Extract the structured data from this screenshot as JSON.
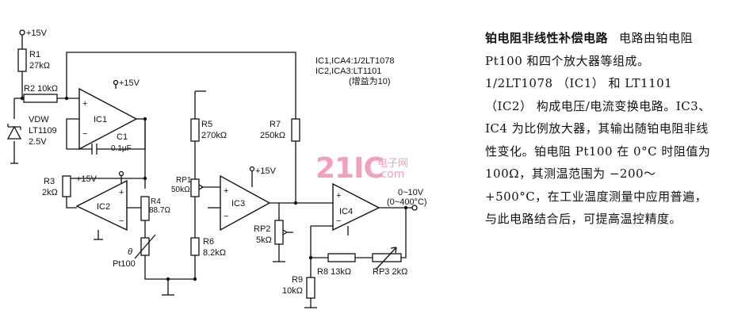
{
  "labels": {
    "vplus1": "+15V",
    "r1_name": "R1",
    "r1_val": "27kΩ",
    "r2": "R2 10kΩ",
    "vdw_name": "VDW",
    "vdw_part": "LT1109",
    "vdw_volt": "2.5V",
    "ic1_vplus": "+15V",
    "ic1": "IC1",
    "c1_name": "C1",
    "c1_val": "0.1μF",
    "r3_name": "R3",
    "r3_val": "2kΩ",
    "ic2_vplus": "+15V",
    "ic2": "IC2",
    "r4_name": "R4",
    "r4_val": "88.7Ω",
    "theta": "θ",
    "pt100": "Pt100",
    "r5_name": "R5",
    "r5_val": "270kΩ",
    "rp1_name": "RP1",
    "rp1_val": "50kΩ",
    "r6_name": "R6",
    "r6_val": "8.2kΩ",
    "ic3_vplus": "+15V",
    "ic3": "IC3",
    "r7_name": "R7",
    "r7_val": "250kΩ",
    "rp2_name": "RP2",
    "rp2_val": "5kΩ",
    "r9_name": "R9",
    "r9_val": "10kΩ",
    "ic4": "IC4",
    "r8": "R8 13kΩ",
    "rp3": "RP3 2kΩ",
    "out_range": "0~10V",
    "out_temp": "(0~400°C)",
    "note1": "IC1,ICA4:1/2LT1078",
    "note2": "IC2,ICA3:LT1101",
    "note3": "(增益为10)"
  },
  "description": {
    "title": "铂电阻非线性补偿电路",
    "body": "电路由铂电阻 Pt100 和四个放大器等组成。1/2LT1078 （IC1） 和 LT1101 （IC2） 构成电压/电流变换电路。IC3、IC4 为比例放大器，其输出随铂电阻非线性变化。铂电阻 Pt100 在 0°C 时阻值为 100Ω，其测温范围为 −200～+500°C，在工业温度测量中应用普遍，与此电路结合后，可提高温控精度。"
  },
  "watermark": {
    "brand": "21IC",
    "cn": "电子网",
    "domain": ".com"
  }
}
